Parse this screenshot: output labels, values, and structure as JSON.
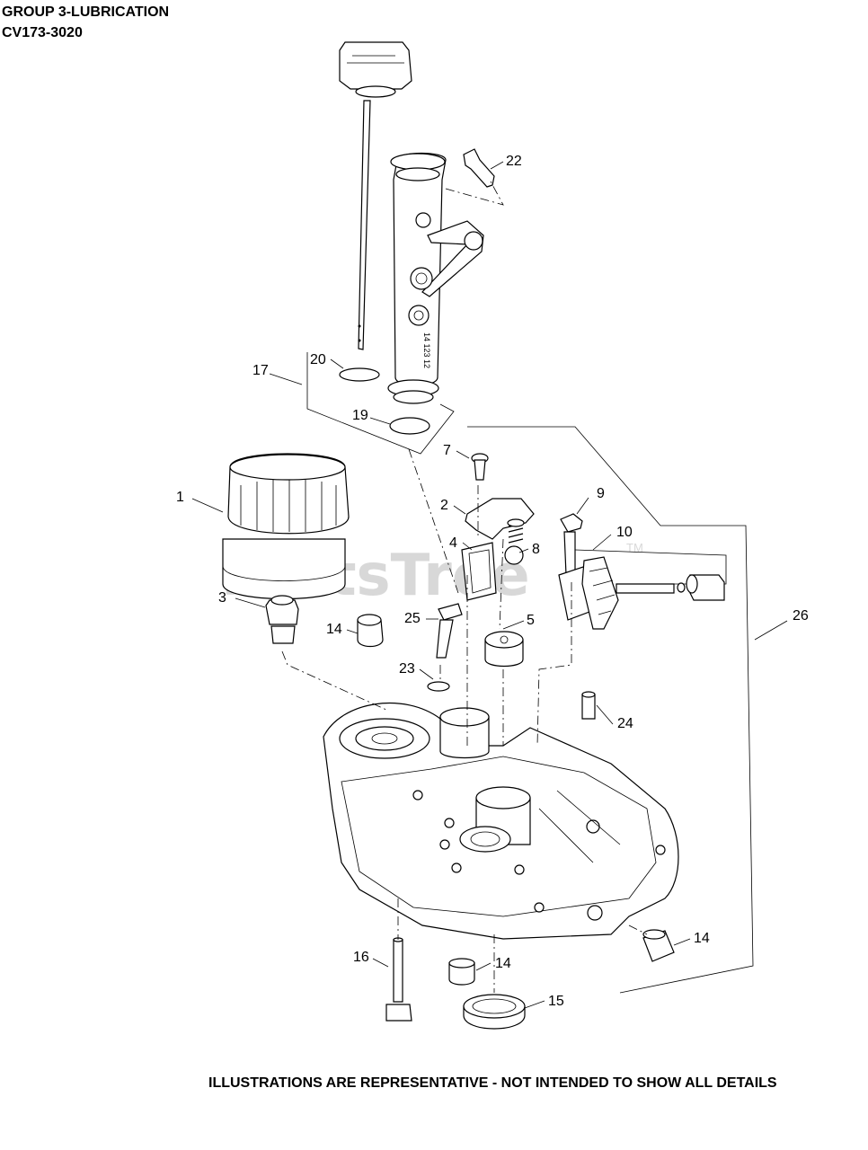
{
  "header": {
    "group": "GROUP 3-LUBRICATION",
    "model": "CV173-3020"
  },
  "footer": {
    "note": "ILLUSTRATIONS ARE REPRESENTATIVE - NOT INTENDED TO SHOW ALL DETAILS"
  },
  "watermark": {
    "text": "PartsTree",
    "tm": "TM"
  },
  "dipstick_tube_marking": "14 123 12",
  "callouts": {
    "c1": "1",
    "c2": "2",
    "c3": "3",
    "c4": "4",
    "c5": "5",
    "c7": "7",
    "c8": "8",
    "c9": "9",
    "c10": "10",
    "c14a": "14",
    "c14b": "14",
    "c14c": "14",
    "c15": "15",
    "c16": "16",
    "c17": "17",
    "c19": "19",
    "c20": "20",
    "c22": "22",
    "c23": "23",
    "c24": "24",
    "c25": "25",
    "c26": "26"
  }
}
